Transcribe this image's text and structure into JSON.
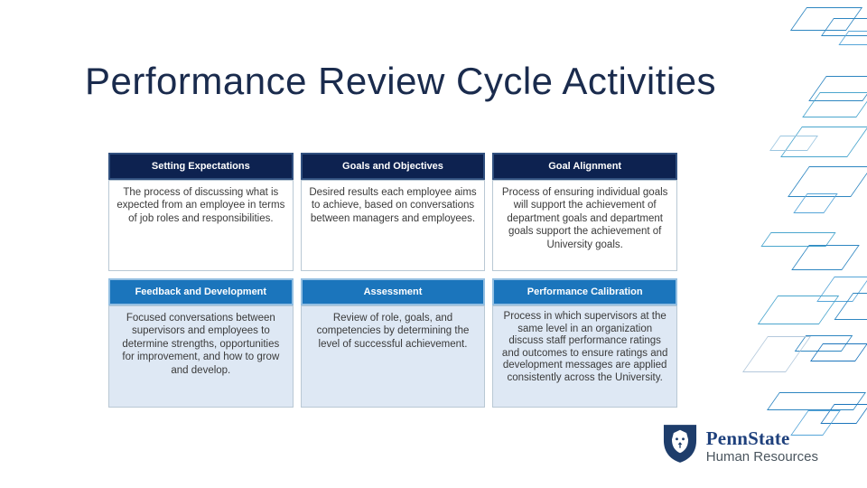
{
  "title": "Performance Review Cycle Activities",
  "cards": [
    {
      "header": "Setting Expectations",
      "body": "The process of discussing what is expected from an employee in terms of job roles and responsibilities."
    },
    {
      "header": "Goals and Objectives",
      "body": "Desired results each employee aims to achieve, based on conversations between managers and employees."
    },
    {
      "header": "Goal Alignment",
      "body": "Process of ensuring individual goals will support the achievement of department goals and department goals support the achievement of University goals."
    },
    {
      "header": "Feedback and Development",
      "body": "Focused conversations between supervisors and employees to determine strengths, opportunities for improvement, and how to grow and develop."
    },
    {
      "header": "Assessment",
      "body": "Review of role, goals, and competencies by determining the level of successful achievement."
    },
    {
      "header": "Performance Calibration",
      "body": "Process in which supervisors at the same level in an organization discuss staff performance ratings and outcomes to ensure ratings and development messages are applied consistently across the University."
    }
  ],
  "logo": {
    "brand": "PennState",
    "subtitle": "Human Resources"
  },
  "colors": {
    "title_navy": "#1A2B4D",
    "header_dark_bg": "#0D2250",
    "header_light_bg": "#1B75BC",
    "body_light_bg": "#DEE8F4",
    "accent_blue": "#2E86C1",
    "logo_navy": "#1E407C"
  }
}
